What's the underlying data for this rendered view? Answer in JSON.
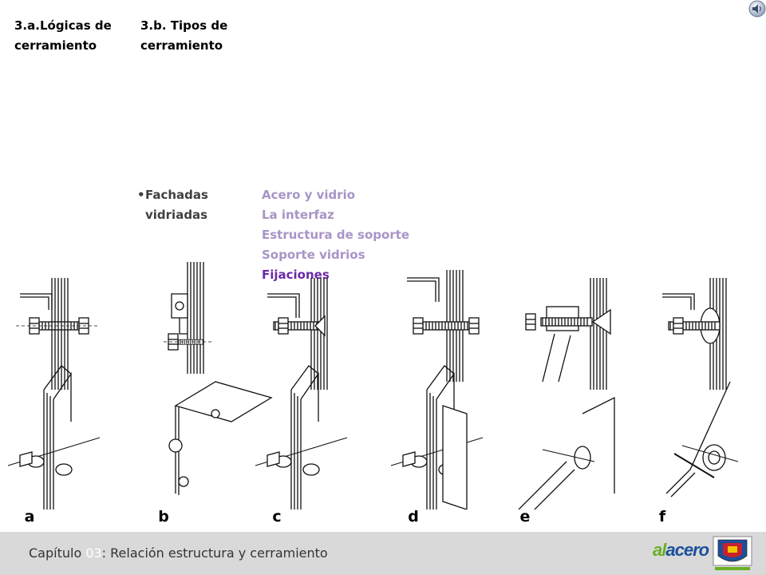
{
  "headings": {
    "logicas": "3.a.Lógicas de cerramiento",
    "tipos": "3.b. Tipos de cerramiento"
  },
  "bullet": {
    "text": "Fachadas vidriadas"
  },
  "menu": [
    {
      "label": "Acero y vidrio",
      "active": false
    },
    {
      "label": "La interfaz",
      "active": false
    },
    {
      "label": "Estructura de soporte",
      "active": false
    },
    {
      "label": "Soporte vidrios",
      "active": false
    },
    {
      "label": "Fijaciones",
      "active": true
    }
  ],
  "figure_labels": [
    "a",
    "b",
    "c",
    "d",
    "e",
    "f"
  ],
  "footer": {
    "prefix": "Capítulo ",
    "chapter": "03",
    "title": ": Relación estructura y cerramiento",
    "logo_part1": "al",
    "logo_part2": "acero"
  },
  "colors": {
    "menu_muted": "#a894c6",
    "menu_active": "#6a2aa6",
    "footer_bg": "#d9d9d9",
    "logo_green": "#6ab023",
    "logo_blue": "#1a4f9c"
  },
  "icons": {
    "audio": "speaker-icon"
  }
}
